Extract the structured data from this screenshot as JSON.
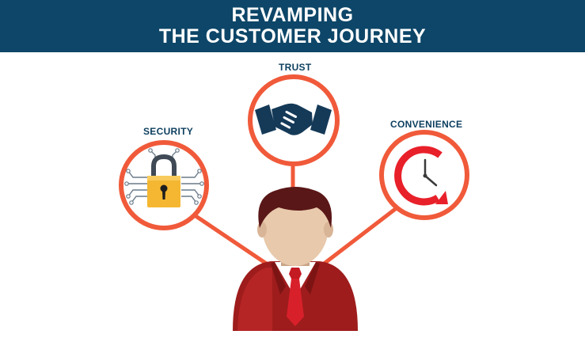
{
  "title": {
    "line1": "REVAMPING",
    "line2": "THE CUSTOMER JOURNEY"
  },
  "labels": {
    "trust": "TRUST",
    "security": "SECURITY",
    "convenience": "CONVENIENCE"
  },
  "icons": {
    "trust": "handshake-icon",
    "security": "padlock-circuit-icon",
    "convenience": "clock-arrow-icon",
    "person": "businessman-avatar"
  },
  "colors": {
    "banner": "#0d4668",
    "accent_ring": "#f05a3a",
    "label_text": "#0d3f5f",
    "padlock": "#f5b731",
    "suit": "#9e1c1c",
    "tie": "#d8202b",
    "clock": "#e8202a"
  }
}
